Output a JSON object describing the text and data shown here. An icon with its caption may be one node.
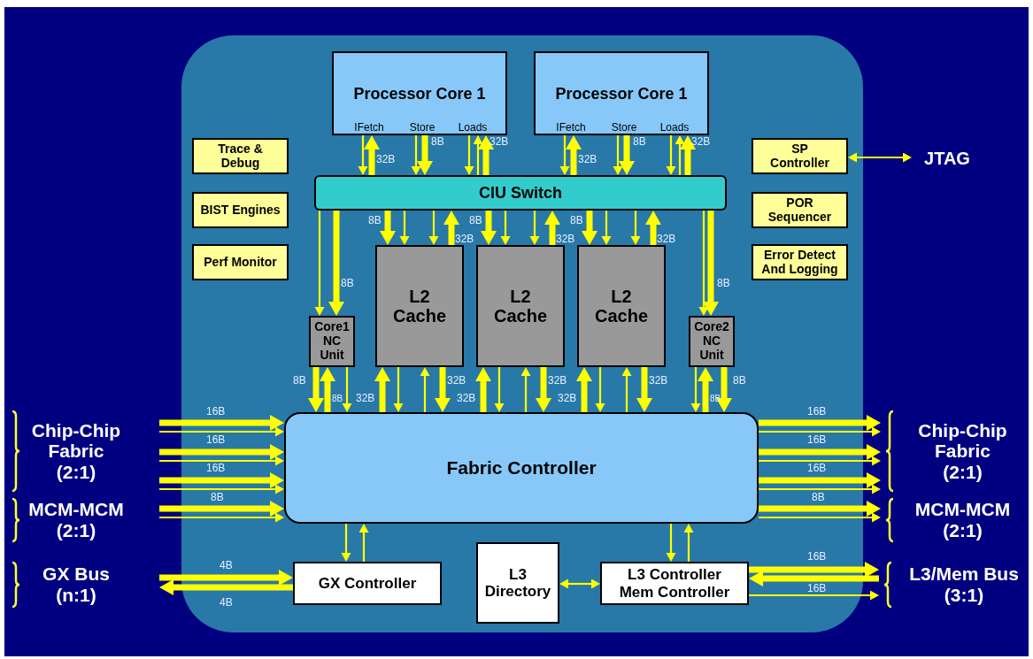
{
  "diagram": {
    "nodes": [
      {
        "text": [
          "Processor Core 1",
          "IFetch",
          "Store",
          "Loads"
        ]
      },
      {
        "text": [
          "Processor Core 1",
          "IFetch",
          "Store",
          "Loads"
        ]
      },
      {
        "text": [
          "Trace & Debug"
        ]
      },
      {
        "text": [
          "BIST Engines"
        ]
      },
      {
        "text": [
          "Perf Monitor"
        ]
      },
      {
        "text": [
          "SP Controller"
        ]
      },
      {
        "text": [
          "JTAG"
        ]
      },
      {
        "text": [
          "POR Sequencer"
        ]
      },
      {
        "text": [
          "Error Detect And Logging"
        ]
      },
      {
        "text": [
          "CIU Switch"
        ]
      },
      {
        "text": [
          "L2 Cache"
        ]
      },
      {
        "text": [
          "L2 Cache"
        ]
      },
      {
        "text": [
          "L2 Cache"
        ]
      },
      {
        "text": [
          "Core1 NC Unit"
        ]
      },
      {
        "text": [
          "Core2 NC Unit"
        ]
      },
      {
        "text": [
          "Fabric Controller"
        ]
      },
      {
        "text": [
          "Chip-Chip Fabric (2:1)"
        ]
      },
      {
        "text": [
          "MCM-MCM (2:1)"
        ]
      },
      {
        "text": [
          "GX Bus (n:1)"
        ]
      },
      {
        "text": [
          "GX Controller"
        ]
      },
      {
        "text": [
          "L3 Directory"
        ]
      },
      {
        "text": [
          "L3 Controller Mem Controller"
        ]
      },
      {
        "text": [
          "Chip-Chip Fabric (2:1)"
        ]
      },
      {
        "text": [
          "MCM-MCM (2:1)"
        ]
      },
      {
        "text": [
          "L3/Mem Bus (3:1)"
        ]
      }
    ],
    "edges": [
      {
        "from": 0,
        "to": 9,
        "arrow": "to"
      },
      {
        "from": 9,
        "to": 0,
        "arrow": "to",
        "style": "thick",
        "label": "32B"
      },
      {
        "from": 0,
        "to": 9,
        "arrow": "to"
      },
      {
        "from": 0,
        "to": 9,
        "arrow": "to",
        "style": "thick",
        "label": "8B"
      },
      {
        "from": 0,
        "to": 9,
        "arrow": "to"
      },
      {
        "from": 9,
        "to": 0,
        "arrow": "to"
      },
      {
        "from": 9,
        "to": 0,
        "arrow": "to",
        "style": "thick",
        "label": "32B"
      },
      {
        "from": 1,
        "to": 9,
        "arrow": "to"
      },
      {
        "from": 9,
        "to": 1,
        "arrow": "to",
        "style": "thick",
        "label": "32B"
      },
      {
        "from": 1,
        "to": 9,
        "arrow": "to"
      },
      {
        "from": 1,
        "to": 9,
        "arrow": "to",
        "style": "thick",
        "label": "8B"
      },
      {
        "from": 1,
        "to": 9,
        "arrow": "to"
      },
      {
        "from": 9,
        "to": 1,
        "arrow": "to"
      },
      {
        "from": 9,
        "to": 1,
        "arrow": "to",
        "style": "thick",
        "label": "32B"
      },
      {
        "from": 9,
        "to": 10,
        "arrow": "to",
        "style": "thick",
        "label": "8B"
      },
      {
        "from": 9,
        "to": 10,
        "arrow": "to"
      },
      {
        "from": 9,
        "to": 10,
        "arrow": "to"
      },
      {
        "from": 10,
        "to": 9,
        "arrow": "to",
        "style": "thick",
        "label": "32B"
      },
      {
        "from": 9,
        "to": 11,
        "arrow": "to",
        "style": "thick",
        "label": "8B"
      },
      {
        "from": 9,
        "to": 11,
        "arrow": "to"
      },
      {
        "from": 9,
        "to": 11,
        "arrow": "to"
      },
      {
        "from": 11,
        "to": 9,
        "arrow": "to",
        "style": "thick",
        "label": "32B"
      },
      {
        "from": 9,
        "to": 12,
        "arrow": "to",
        "style": "thick",
        "label": "8B"
      },
      {
        "from": 9,
        "to": 12,
        "arrow": "to"
      },
      {
        "from": 9,
        "to": 12,
        "arrow": "to"
      },
      {
        "from": 12,
        "to": 9,
        "arrow": "to",
        "style": "thick",
        "label": "32B"
      },
      {
        "from": 9,
        "to": 13,
        "arrow": "to"
      },
      {
        "from": 9,
        "to": 13,
        "arrow": "to",
        "style": "thick",
        "label": "8B"
      },
      {
        "from": 9,
        "to": 14,
        "arrow": "to"
      },
      {
        "from": 9,
        "to": 14,
        "arrow": "to",
        "style": "thick",
        "label": "8B"
      },
      {
        "from": 13,
        "to": 15,
        "arrow": "to",
        "style": "thick",
        "label": "8B"
      },
      {
        "from": 15,
        "to": 13,
        "arrow": "to",
        "style": "thick",
        "label": "8B"
      },
      {
        "from": 13,
        "to": 15,
        "arrow": "to"
      },
      {
        "from": 14,
        "to": 15,
        "arrow": "to"
      },
      {
        "from": 15,
        "to": 14,
        "arrow": "to",
        "style": "thick",
        "label": "8B"
      },
      {
        "from": 14,
        "to": 15,
        "arrow": "to",
        "style": "thick",
        "label": "8B"
      },
      {
        "from": 15,
        "to": 10,
        "arrow": "to",
        "style": "thick",
        "label": "32B"
      },
      {
        "from": 10,
        "to": 15,
        "arrow": "to"
      },
      {
        "from": 15,
        "to": 10,
        "arrow": "to"
      },
      {
        "from": 10,
        "to": 15,
        "arrow": "to",
        "style": "thick",
        "label": "32B"
      },
      {
        "from": 15,
        "to": 11,
        "arrow": "to",
        "style": "thick",
        "label": "32B"
      },
      {
        "from": 11,
        "to": 15,
        "arrow": "to"
      },
      {
        "from": 15,
        "to": 11,
        "arrow": "to"
      },
      {
        "from": 11,
        "to": 15,
        "arrow": "to",
        "style": "thick",
        "label": "32B"
      },
      {
        "from": 15,
        "to": 12,
        "arrow": "to",
        "style": "thick",
        "label": "32B"
      },
      {
        "from": 12,
        "to": 15,
        "arrow": "to"
      },
      {
        "from": 15,
        "to": 12,
        "arrow": "to"
      },
      {
        "from": 12,
        "to": 15,
        "arrow": "to",
        "style": "thick",
        "label": "32B"
      },
      {
        "from": 16,
        "to": 15,
        "arrow": "to",
        "style": "thick",
        "label": "16B"
      },
      {
        "from": 16,
        "to": 15,
        "arrow": "to"
      },
      {
        "from": 16,
        "to": 15,
        "arrow": "to",
        "style": "thick",
        "label": "16B"
      },
      {
        "from": 16,
        "to": 15,
        "arrow": "to"
      },
      {
        "from": 16,
        "to": 15,
        "arrow": "to",
        "style": "thick",
        "label": "16B"
      },
      {
        "from": 16,
        "to": 15,
        "arrow": "to"
      },
      {
        "from": 17,
        "to": 15,
        "arrow": "to",
        "style": "thick",
        "label": "8B"
      },
      {
        "from": 17,
        "to": 15,
        "arrow": "to"
      },
      {
        "from": 15,
        "to": 22,
        "arrow": "to",
        "style": "thick",
        "label": "16B"
      },
      {
        "from": 15,
        "to": 22,
        "arrow": "to"
      },
      {
        "from": 15,
        "to": 22,
        "arrow": "to",
        "style": "thick",
        "label": "16B"
      },
      {
        "from": 15,
        "to": 22,
        "arrow": "to"
      },
      {
        "from": 15,
        "to": 22,
        "arrow": "to",
        "style": "thick",
        "label": "16B"
      },
      {
        "from": 15,
        "to": 22,
        "arrow": "to"
      },
      {
        "from": 15,
        "to": 23,
        "arrow": "to",
        "style": "thick",
        "label": "8B"
      },
      {
        "from": 15,
        "to": 23,
        "arrow": "to"
      },
      {
        "from": 18,
        "to": 19,
        "arrow": "to",
        "style": "thick",
        "label": "4B"
      },
      {
        "from": 19,
        "to": 18,
        "arrow": "to",
        "style": "thick",
        "label": "4B"
      },
      {
        "from": 15,
        "to": 19,
        "arrow": "to"
      },
      {
        "from": 19,
        "to": 15,
        "arrow": "to"
      },
      {
        "from": 15,
        "to": 21,
        "arrow": "to"
      },
      {
        "from": 21,
        "to": 15,
        "arrow": "to"
      },
      {
        "from": 20,
        "to": 21,
        "arrow": "both"
      },
      {
        "from": 21,
        "to": 24,
        "arrow": "to",
        "style": "thick",
        "label": "16B"
      },
      {
        "from": 24,
        "to": 21,
        "arrow": "to",
        "style": "thick"
      },
      {
        "from": 21,
        "to": 24,
        "arrow": "to",
        "label": "16B"
      },
      {
        "from": 5,
        "to": 6,
        "arrow": "both"
      }
    ]
  }
}
